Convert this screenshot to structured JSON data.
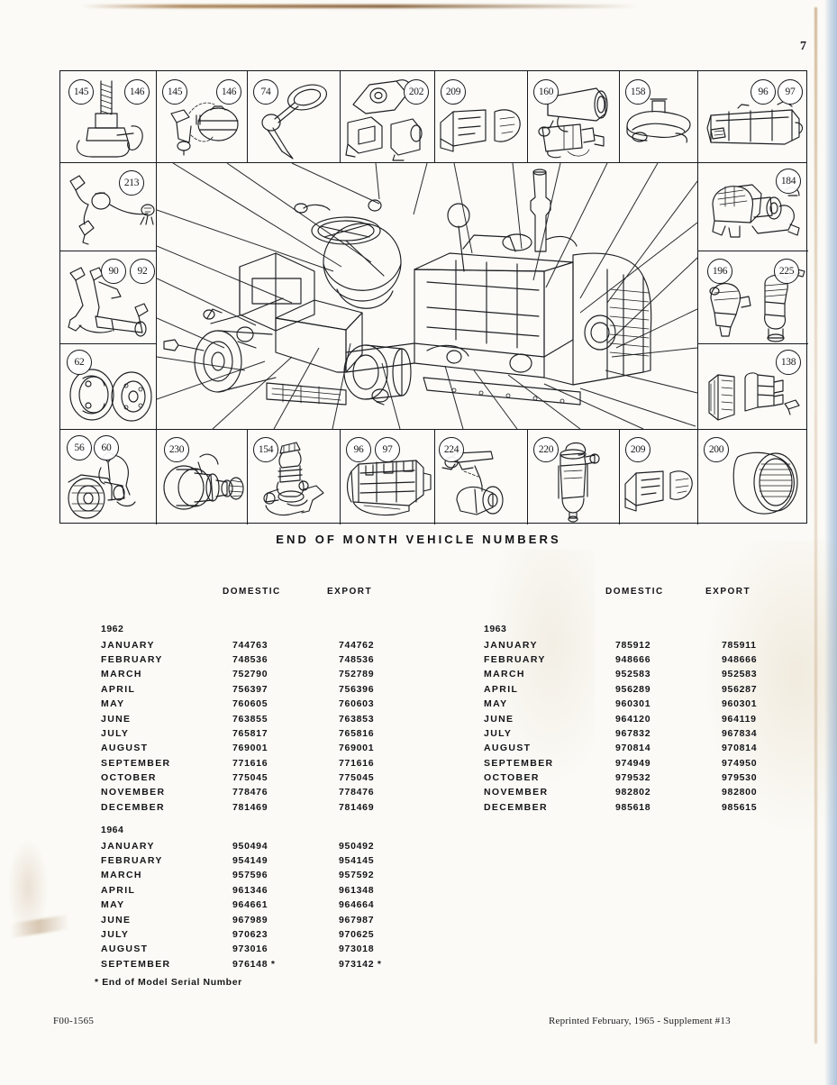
{
  "page": {
    "number": "7",
    "plate_caption": "END OF MONTH VEHICLE NUMBERS"
  },
  "plate": {
    "top_row": [
      {
        "callouts": [
          "145",
          "146"
        ],
        "icon": "steering-column-shaft-icon"
      },
      {
        "callouts": [
          "145",
          "146"
        ],
        "icon": "fuel-tank-assembly-icon"
      },
      {
        "callouts": [
          "74"
        ],
        "icon": "steering-wheel-icon"
      },
      {
        "callouts": [
          "202"
        ],
        "icon": "bracket-pair-icon"
      },
      {
        "callouts": [
          "209"
        ],
        "icon": "seat-cushion-icon"
      },
      {
        "callouts": [
          "160"
        ],
        "icon": "air-cleaner-icon"
      },
      {
        "callouts": [
          "158"
        ],
        "icon": "intake-manifold-icon"
      },
      {
        "callouts": [
          "96",
          "97"
        ],
        "icon": "valve-cover-icon"
      }
    ],
    "left_column": [
      {
        "callouts": [
          "213"
        ],
        "icon": "wiring-harness-icon"
      },
      {
        "callouts": [
          "90",
          "92"
        ],
        "icon": "pedal-linkage-icon"
      },
      {
        "callouts": [
          "62"
        ],
        "icon": "brake-drum-icon"
      }
    ],
    "right_column": [
      {
        "callouts": [
          "184"
        ],
        "icon": "generator-assembly-icon"
      },
      {
        "callouts": [
          "196",
          "225"
        ],
        "icon": "distributor-icon"
      },
      {
        "callouts": [
          "138"
        ],
        "icon": "radiator-core-icon"
      }
    ],
    "bottom_row": [
      {
        "callouts": [
          "56",
          "60"
        ],
        "icon": "starter-motor-icon"
      },
      {
        "callouts": [
          "230"
        ],
        "icon": "clutch-assembly-icon"
      },
      {
        "callouts": [
          "154"
        ],
        "icon": "carburetor-icon"
      },
      {
        "callouts": [
          "96",
          "97"
        ],
        "icon": "engine-block-icon"
      },
      {
        "callouts": [
          "224"
        ],
        "icon": "horn-assembly-icon"
      },
      {
        "callouts": [
          "220"
        ],
        "icon": "fuel-filter-icon"
      },
      {
        "callouts": [
          "209"
        ],
        "icon": "seat-cushion-icon"
      },
      {
        "callouts": [
          "200"
        ],
        "icon": "headlamp-icon"
      }
    ],
    "center": {
      "icon": "tractor-chassis-cutaway-icon"
    }
  },
  "tables": {
    "headers": {
      "domestic": "DOMESTIC",
      "export": "EXPORT"
    },
    "left": [
      {
        "year": "1962",
        "rows": [
          {
            "month": "JANUARY",
            "domestic": "744763",
            "export": "744762"
          },
          {
            "month": "FEBRUARY",
            "domestic": "748536",
            "export": "748536"
          },
          {
            "month": "MARCH",
            "domestic": "752790",
            "export": "752789"
          },
          {
            "month": "APRIL",
            "domestic": "756397",
            "export": "756396"
          },
          {
            "month": "MAY",
            "domestic": "760605",
            "export": "760603"
          },
          {
            "month": "JUNE",
            "domestic": "763855",
            "export": "763853"
          },
          {
            "month": "JULY",
            "domestic": "765817",
            "export": "765816"
          },
          {
            "month": "AUGUST",
            "domestic": "769001",
            "export": "769001"
          },
          {
            "month": "SEPTEMBER",
            "domestic": "771616",
            "export": "771616"
          },
          {
            "month": "OCTOBER",
            "domestic": "775045",
            "export": "775045"
          },
          {
            "month": "NOVEMBER",
            "domestic": "778476",
            "export": "778476"
          },
          {
            "month": "DECEMBER",
            "domestic": "781469",
            "export": "781469"
          }
        ]
      },
      {
        "year": "1964",
        "rows": [
          {
            "month": "JANUARY",
            "domestic": "950494",
            "export": "950492"
          },
          {
            "month": "FEBRUARY",
            "domestic": "954149",
            "export": "954145"
          },
          {
            "month": "MARCH",
            "domestic": "957596",
            "export": "957592"
          },
          {
            "month": "APRIL",
            "domestic": "961346",
            "export": "961348"
          },
          {
            "month": "MAY",
            "domestic": "964661",
            "export": "964664"
          },
          {
            "month": "JUNE",
            "domestic": "967989",
            "export": "967987"
          },
          {
            "month": "JULY",
            "domestic": "970623",
            "export": "970625"
          },
          {
            "month": "AUGUST",
            "domestic": "973016",
            "export": "973018"
          },
          {
            "month": "SEPTEMBER",
            "domestic": "976148 *",
            "export": "973142 *"
          }
        ]
      }
    ],
    "right": [
      {
        "year": "1963",
        "rows": [
          {
            "month": "JANUARY",
            "domestic": "785912",
            "export": "785911"
          },
          {
            "month": "FEBRUARY",
            "domestic": "948666",
            "export": "948666"
          },
          {
            "month": "MARCH",
            "domestic": "952583",
            "export": "952583"
          },
          {
            "month": "APRIL",
            "domestic": "956289",
            "export": "956287"
          },
          {
            "month": "MAY",
            "domestic": "960301",
            "export": "960301"
          },
          {
            "month": "JUNE",
            "domestic": "964120",
            "export": "964119"
          },
          {
            "month": "JULY",
            "domestic": "967832",
            "export": "967834"
          },
          {
            "month": "AUGUST",
            "domestic": "970814",
            "export": "970814"
          },
          {
            "month": "SEPTEMBER",
            "domestic": "974949",
            "export": "974950"
          },
          {
            "month": "OCTOBER",
            "domestic": "979532",
            "export": "979530"
          },
          {
            "month": "NOVEMBER",
            "domestic": "982802",
            "export": "982800"
          },
          {
            "month": "DECEMBER",
            "domestic": "985618",
            "export": "985615"
          }
        ]
      }
    ],
    "footnote": "*  End of Model Serial Number"
  },
  "footer": {
    "left": "F00-1565",
    "right": "Reprinted February, 1965 - Supplement #13"
  }
}
